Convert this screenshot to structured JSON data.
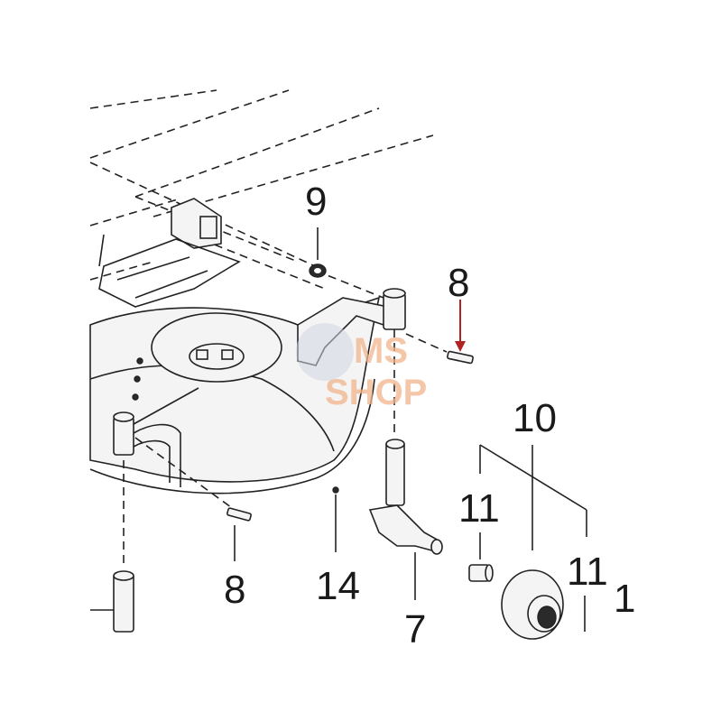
{
  "diagram": {
    "callouts": [
      {
        "id": "9",
        "text": "9"
      },
      {
        "id": "8a",
        "text": "8"
      },
      {
        "id": "8b",
        "text": "8"
      },
      {
        "id": "10",
        "text": "10"
      },
      {
        "id": "11a",
        "text": "11"
      },
      {
        "id": "11b",
        "text": "11"
      },
      {
        "id": "1",
        "text": "1"
      },
      {
        "id": "14",
        "text": "14"
      },
      {
        "id": "7",
        "text": "7"
      }
    ],
    "watermark": {
      "line1": "MS",
      "line2": "SHOP"
    },
    "highlight_arrow_color": "#b22222",
    "ink_color": "#222222"
  }
}
